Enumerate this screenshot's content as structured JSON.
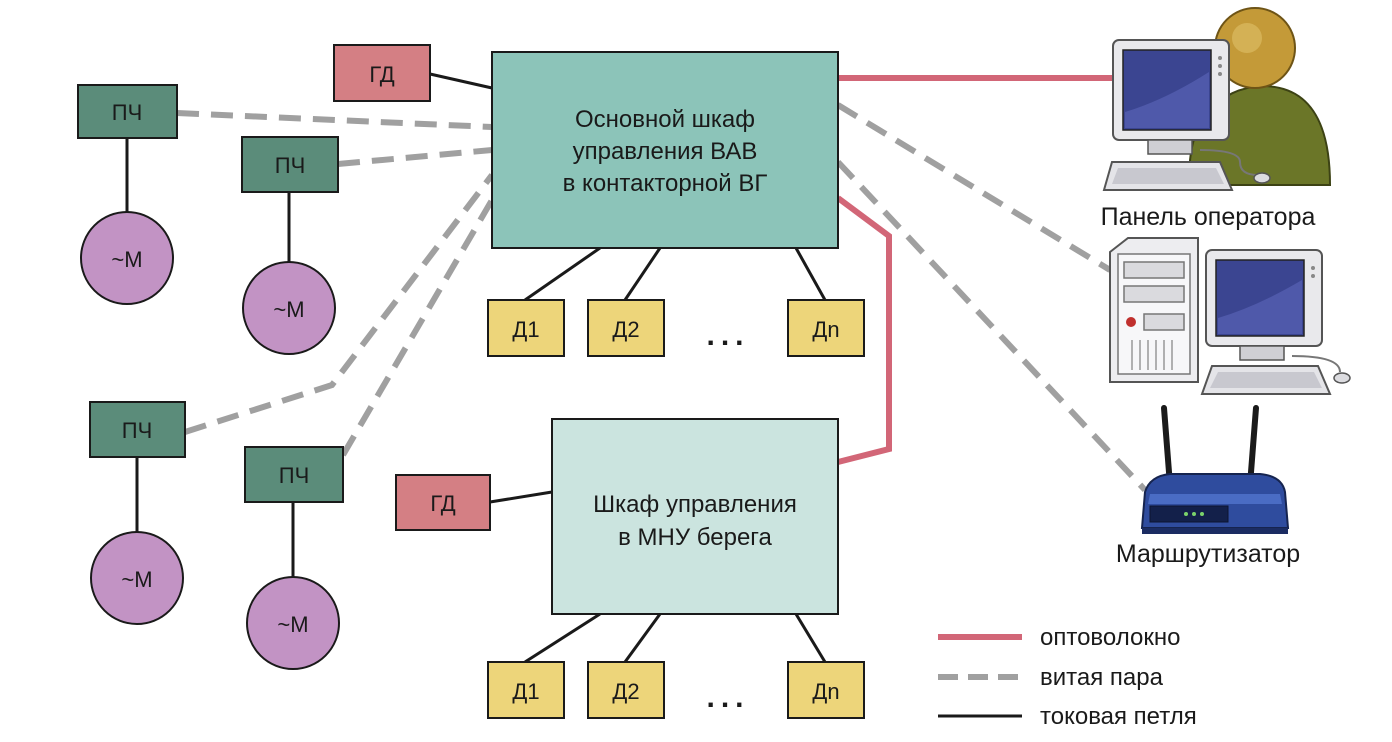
{
  "main_cabinet": {
    "lines": [
      "Основной шкаф",
      "управления ВАВ",
      "в контакторной ВГ"
    ]
  },
  "shore_cabinet": {
    "lines": [
      "Шкаф управления",
      "в МНУ берега"
    ]
  },
  "gd_label": "ГД",
  "pch_label": "ПЧ",
  "motor_label": "~M",
  "sensors": [
    "Д1",
    "Д2",
    "Дn"
  ],
  "ellipsis": "...",
  "devices": {
    "operator_panel": "Панель оператора",
    "router": "Маршрутизатор"
  },
  "legend": [
    {
      "label": "оптоволокно",
      "style": "fiber"
    },
    {
      "label": "витая пара",
      "style": "twisted"
    },
    {
      "label": "токовая петля",
      "style": "loop"
    }
  ],
  "colors": {
    "fiber": "#d26677",
    "twisted": "#a0a0a0",
    "loop": "#1a1a1a",
    "main_cabinet": "#8cc4b9",
    "shore_cabinet": "#cbe4df",
    "pch": "#5b8c7a",
    "gd": "#d47f84",
    "motor": "#c293c4",
    "sensor": "#edd57a"
  }
}
